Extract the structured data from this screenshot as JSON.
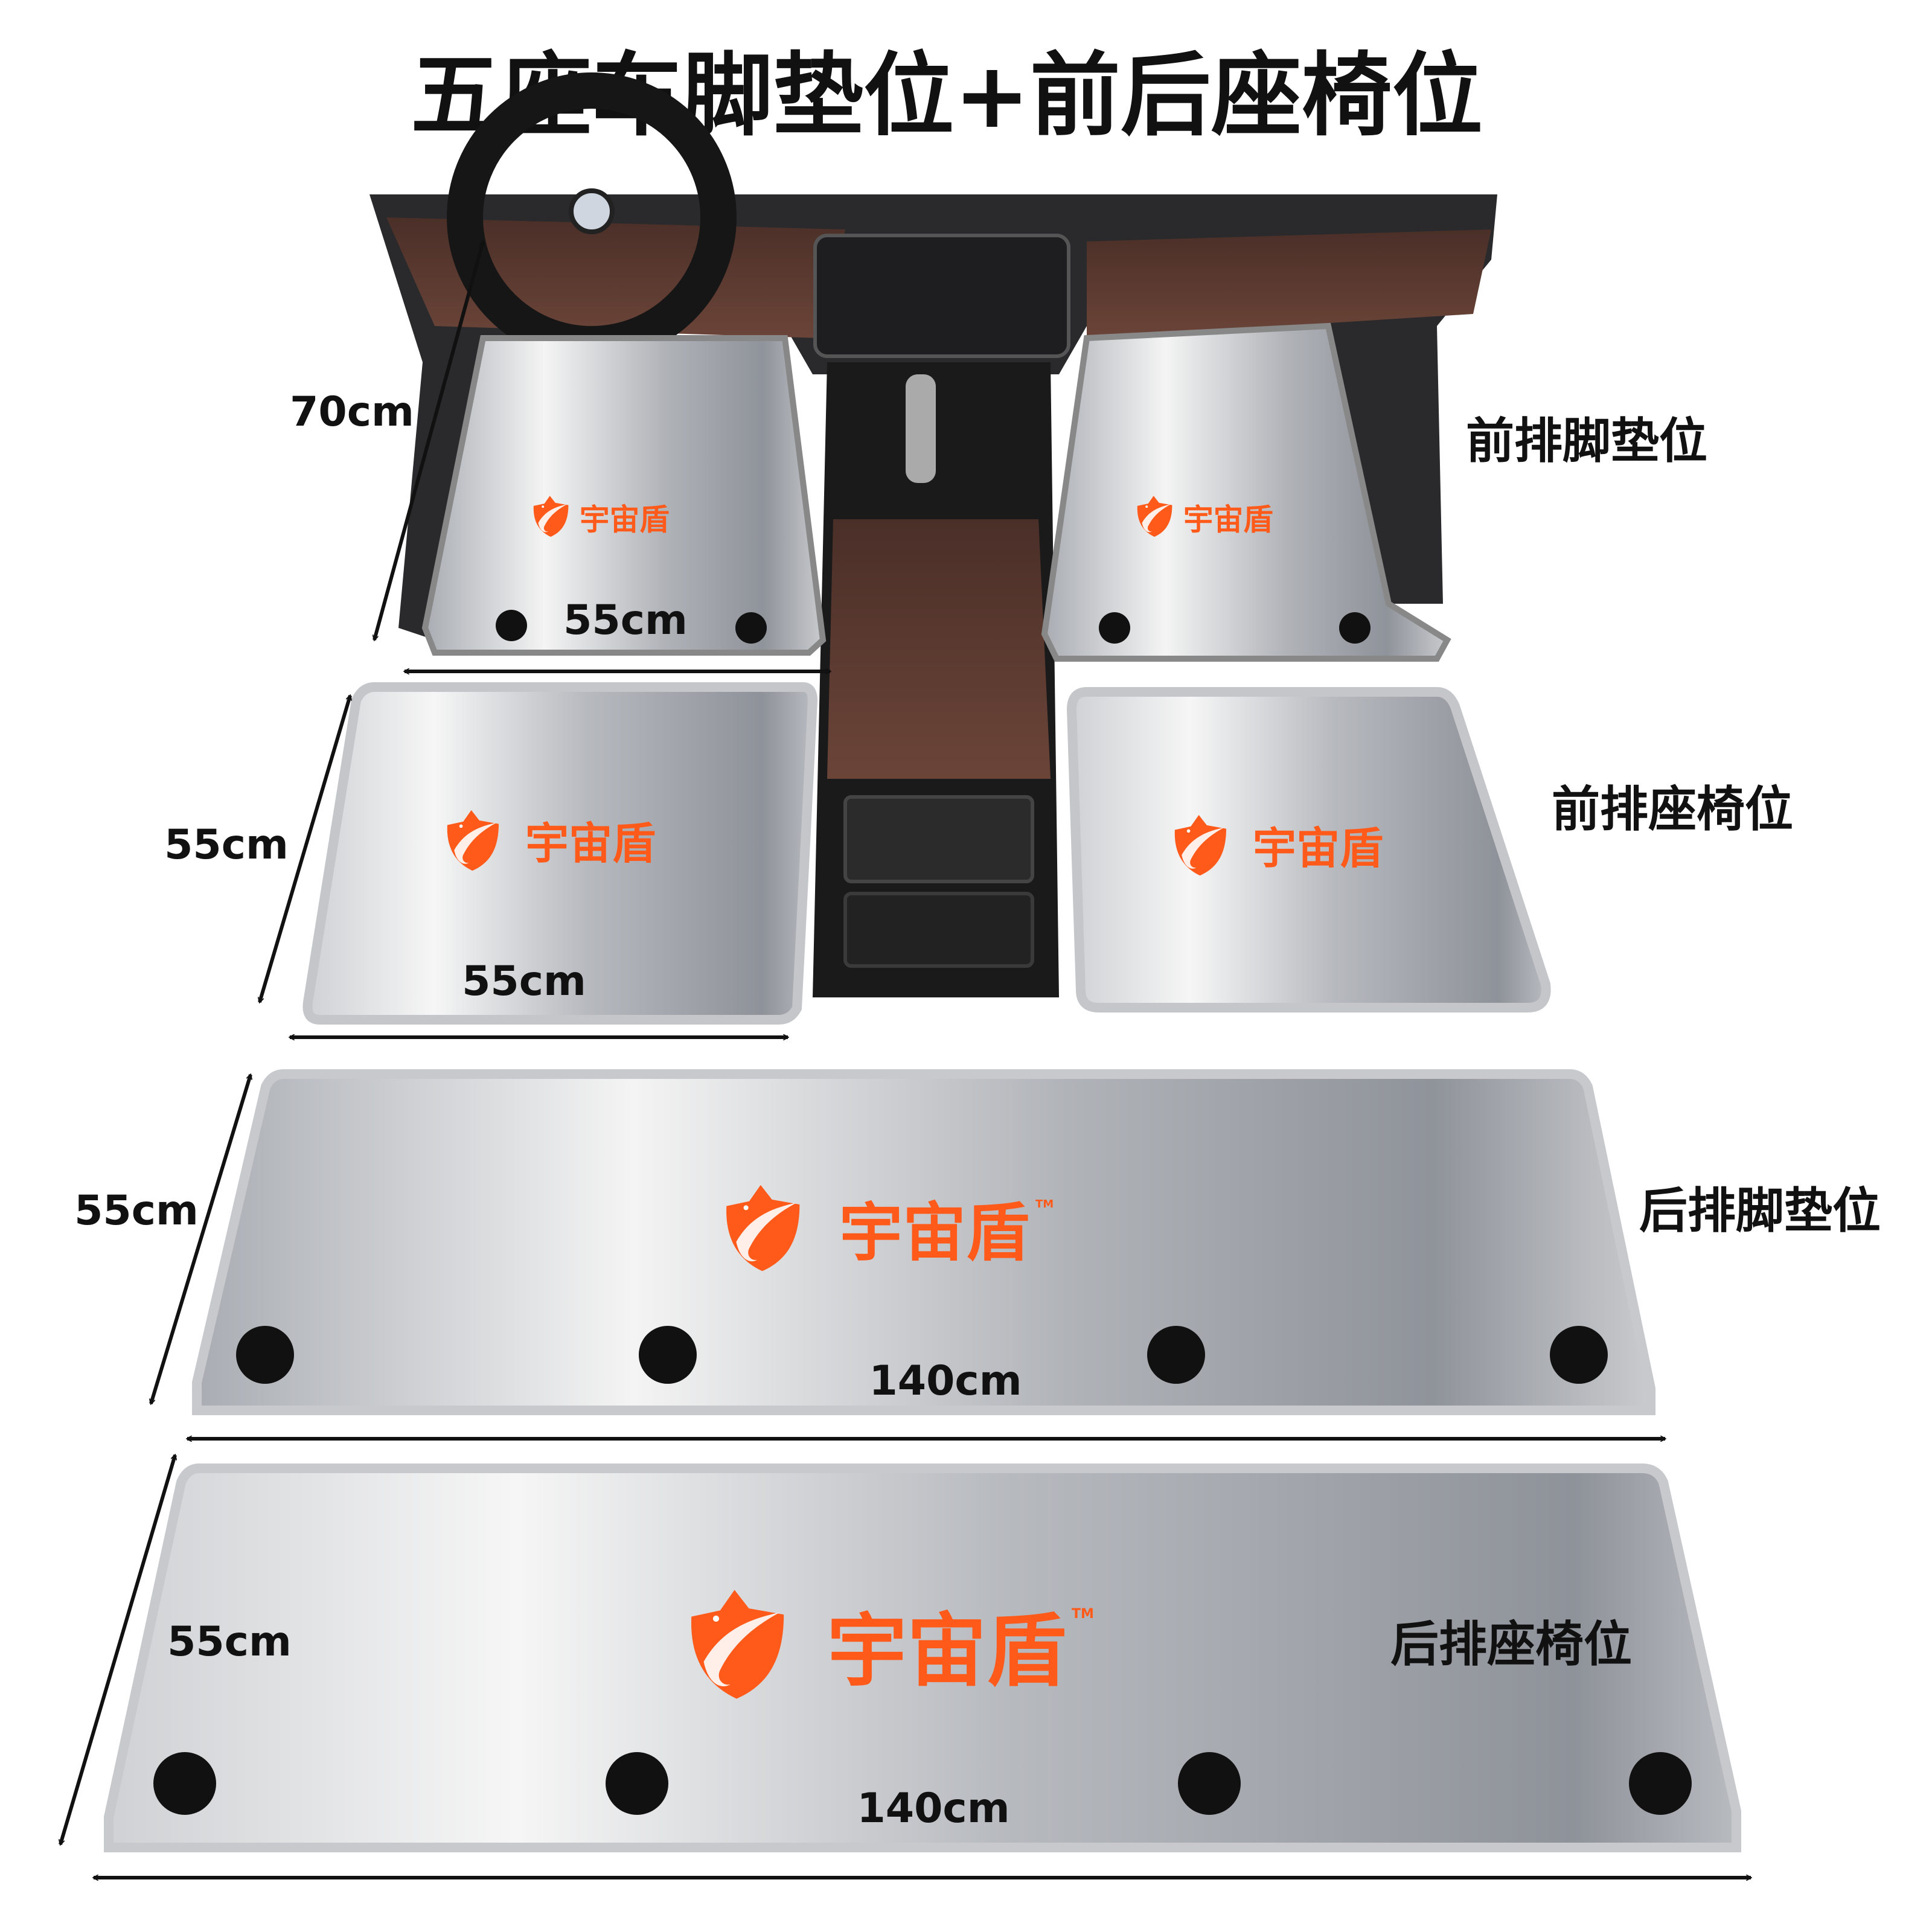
{
  "title": "五座车脚垫位+前后座椅位",
  "brand": {
    "name": "宇宙盾",
    "tm": "TM",
    "color": "#ff5a1a"
  },
  "sections": {
    "front_floor": {
      "label": "前排脚垫位",
      "height": "70cm",
      "width": "55cm"
    },
    "front_seat": {
      "label": "前排座椅位",
      "height": "55cm",
      "width": "55cm"
    },
    "rear_floor": {
      "label": "后排脚垫位",
      "height": "55cm",
      "width": "140cm"
    },
    "rear_seat": {
      "label": "后排座椅位",
      "height": "55cm",
      "width": "140cm"
    }
  },
  "colors": {
    "steel_light": "#f3f3f3",
    "steel_dark": "#9a9ea5",
    "interior_brown": "#5a3a30"
  }
}
